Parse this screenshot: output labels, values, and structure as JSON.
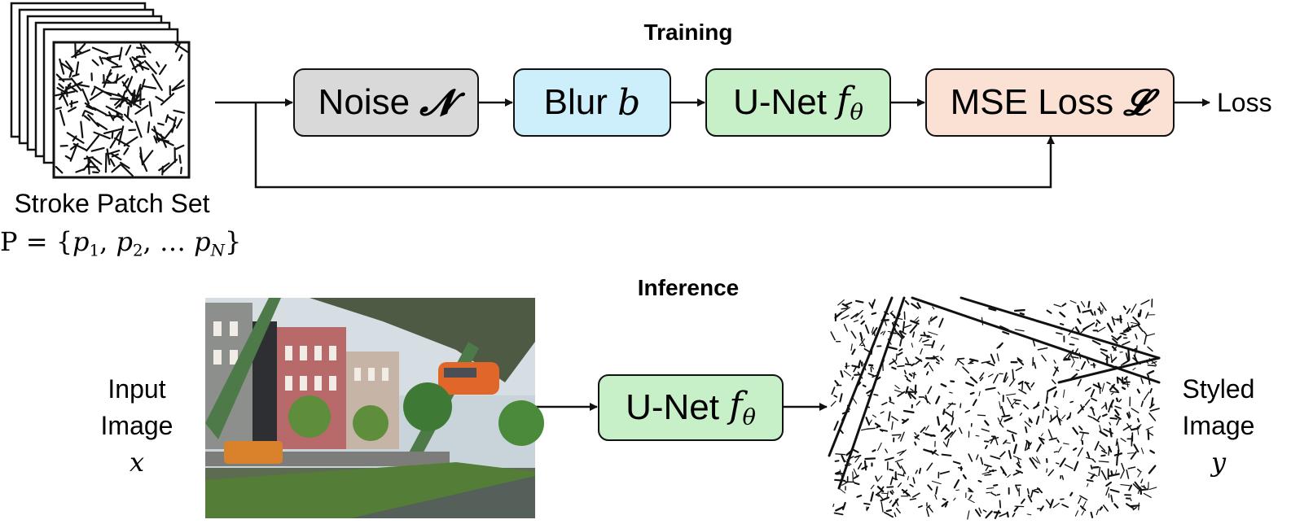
{
  "training": {
    "title": "Training",
    "noise": {
      "label": "Noise",
      "symbol": "𝓝",
      "color": "#d9d9d9"
    },
    "blur": {
      "label": "Blur",
      "symbol": "b",
      "color": "#cdeefb"
    },
    "unet": {
      "label": "U-Net",
      "symbol": "f",
      "subscript": "θ",
      "color": "#c7f0c8"
    },
    "loss": {
      "label": "MSE Loss",
      "symbol": "𝓛",
      "color": "#fbe1d3"
    },
    "output_label": "Loss"
  },
  "patch_set": {
    "name": "Stroke Patch Set",
    "formula": {
      "lhs": "P = {",
      "p": "p",
      "sub1": "1",
      "sep": ", ",
      "sub2": "2",
      "ellipsis": ", … ",
      "subN": "N",
      "rhs": "}"
    }
  },
  "inference": {
    "title": "Inference",
    "input": {
      "line1": "Input",
      "line2": "Image",
      "symbol": "x"
    },
    "unet": {
      "label": "U-Net",
      "symbol": "f",
      "subscript": "θ",
      "color": "#c7f0c8"
    },
    "output": {
      "line1": "Styled",
      "line2": "Image",
      "symbol": "y"
    }
  }
}
